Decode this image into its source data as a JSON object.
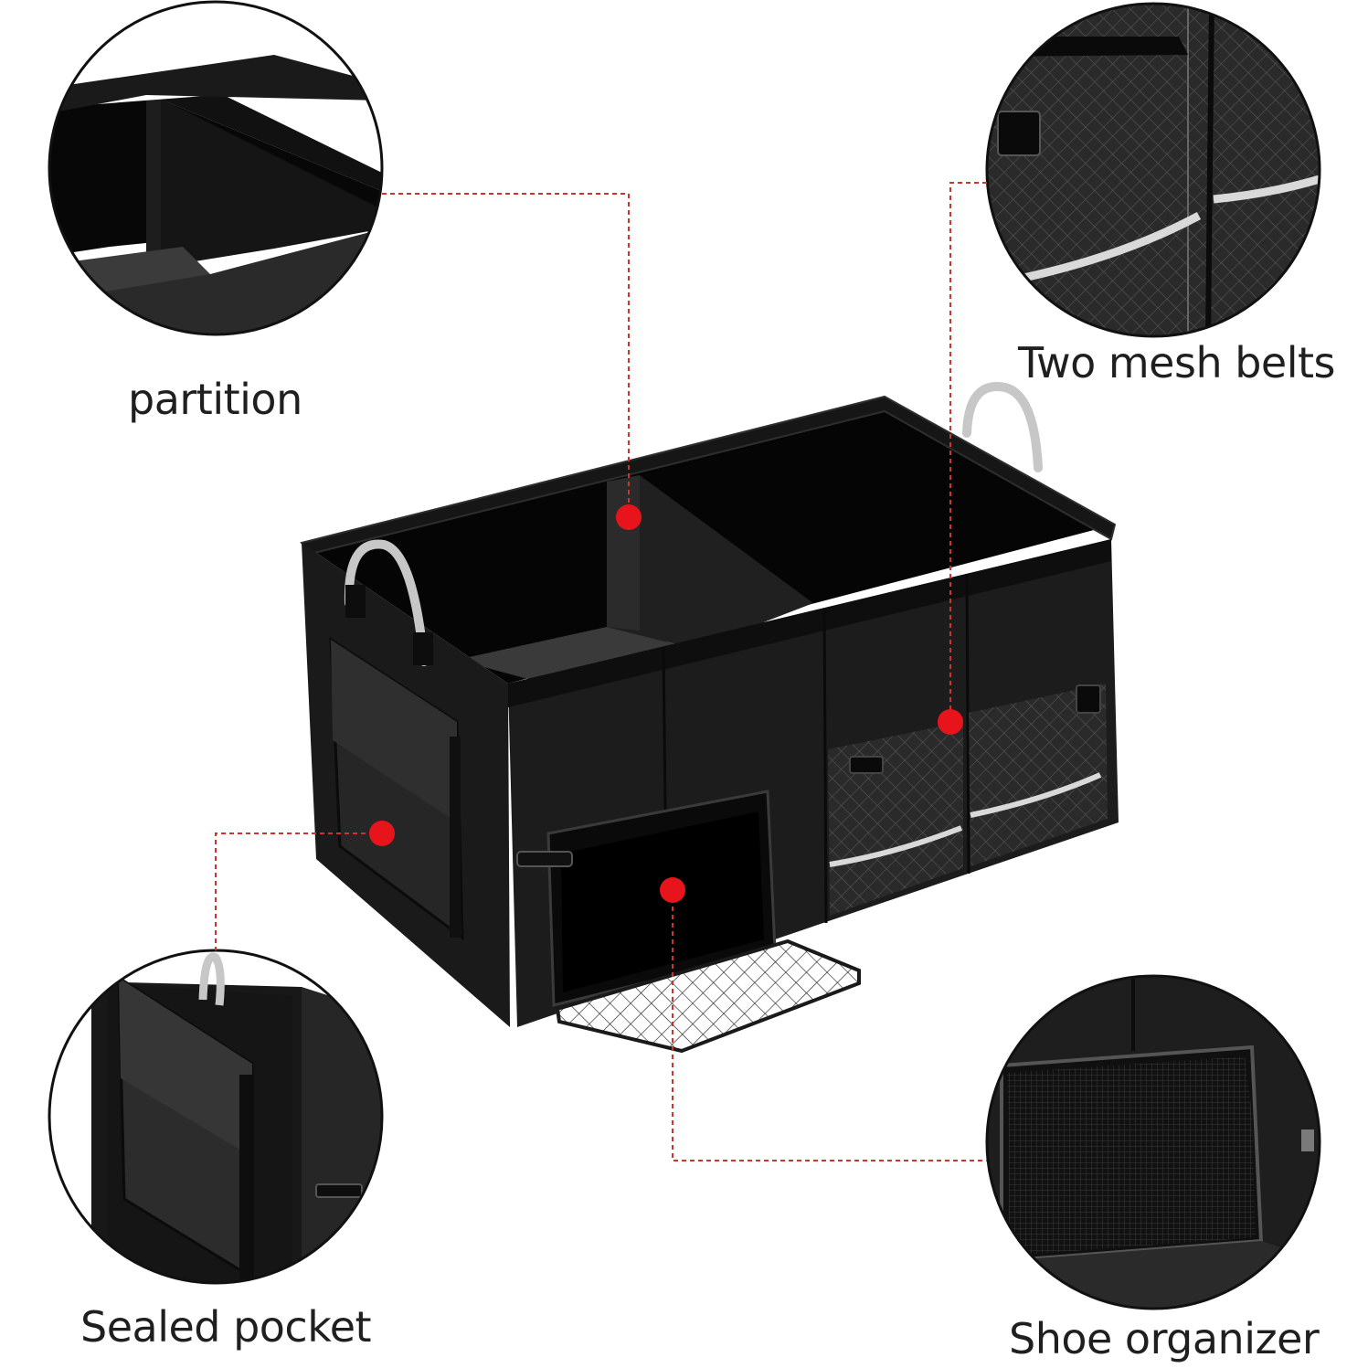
{
  "callouts": {
    "partition": "partition",
    "mesh_belts": "Two mesh belts",
    "sealed_pocket": "Sealed pocket",
    "shoe_organizer": "Shoe organizer"
  },
  "colors": {
    "leader_line": "#c9352f",
    "marker_dot": "#e8141c",
    "product_black": "#161616",
    "handle_metal": "#c7c7c7",
    "reflective_strip": "#d9d9d9"
  }
}
